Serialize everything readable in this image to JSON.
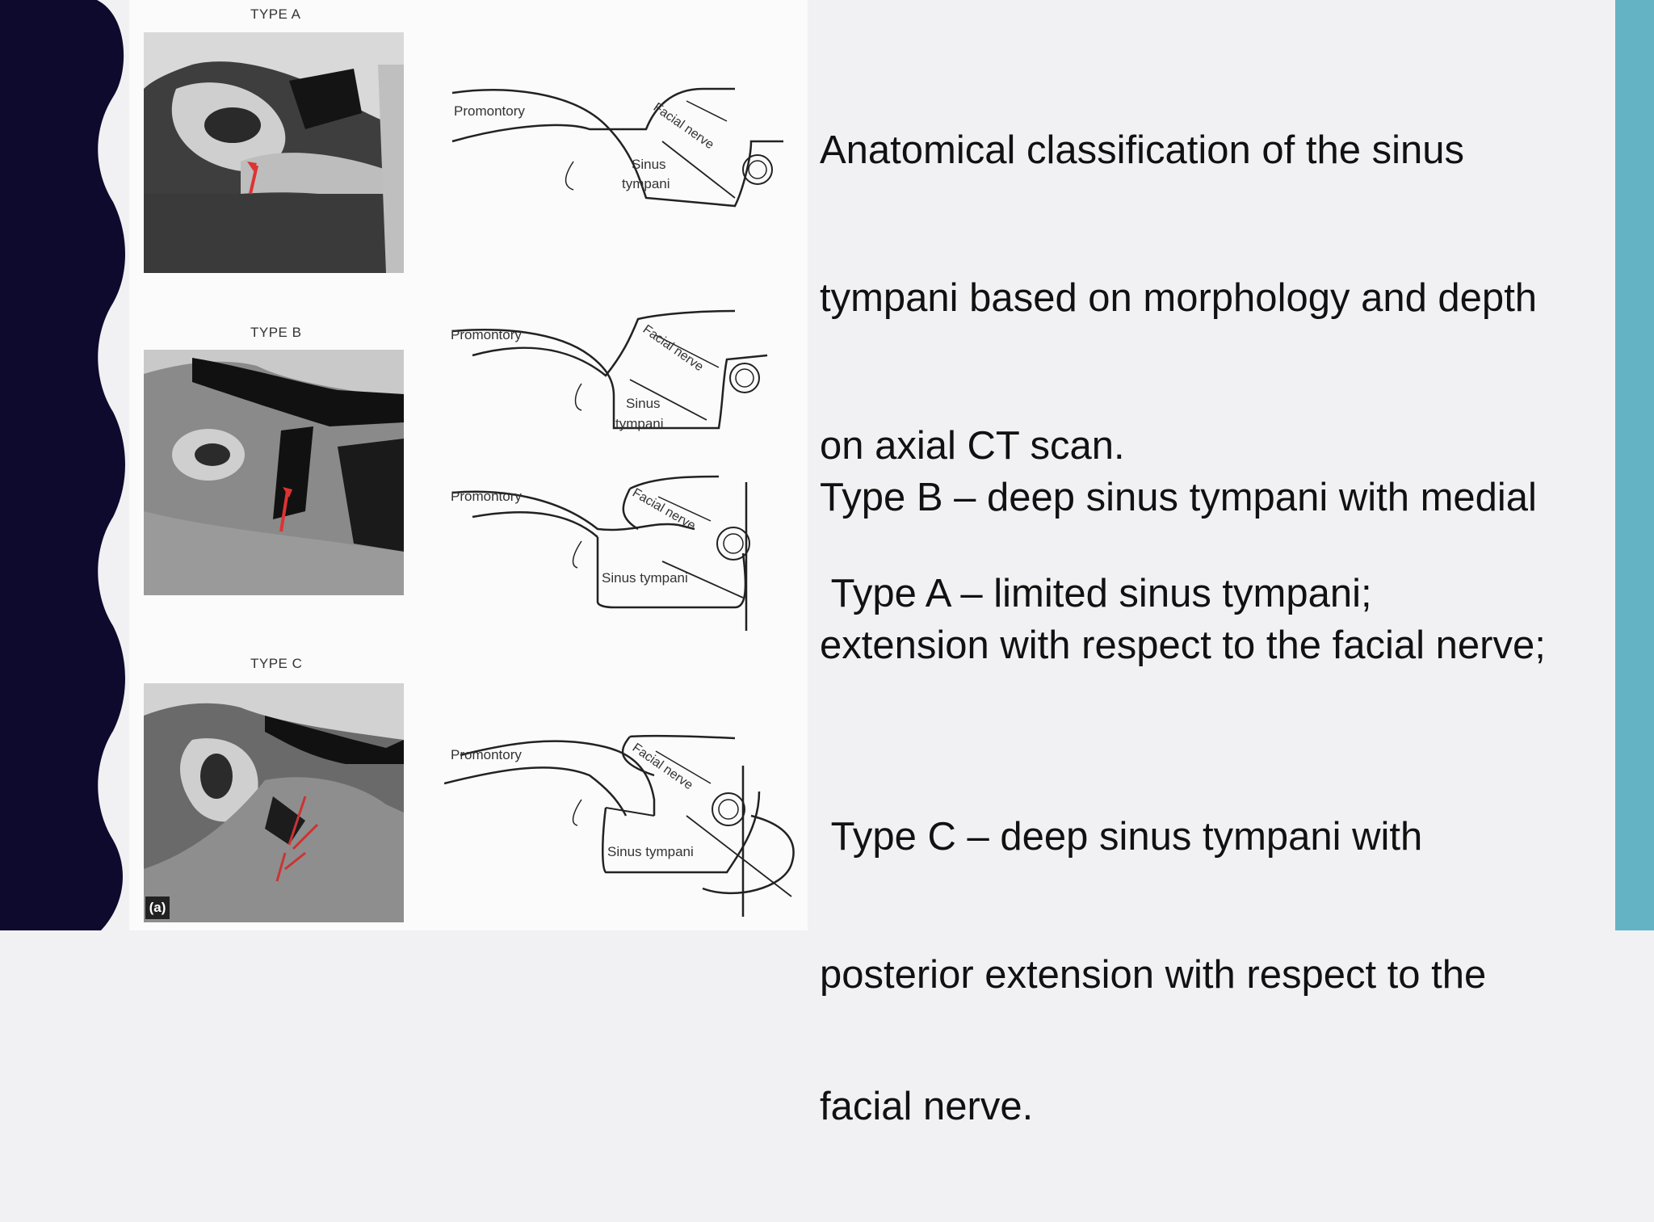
{
  "slide": {
    "colors": {
      "left_band": "#0e0a2e",
      "right_strip": "#63b3c4",
      "background": "#f1f1f3"
    },
    "figure": {
      "panels": [
        {
          "type_label": "TYPE A",
          "labels": {
            "promontory": "Promontory",
            "facial_nerve": "Facial nerve",
            "sinus_line1": "Sinus",
            "sinus_line2": "tympani"
          }
        },
        {
          "type_label": "TYPE B",
          "labels": {
            "promontory": "Promontory",
            "facial_nerve": "Facial nerve",
            "sinus_line1": "Sinus",
            "sinus_line2": "tympani"
          },
          "labels_alt": {
            "promontory": "Promontory",
            "facial_nerve": "Facial nerve",
            "sinus": "Sinus tympani"
          }
        },
        {
          "type_label": "TYPE C",
          "labels": {
            "promontory": "Promontory",
            "facial_nerve": "Facial nerve",
            "sinus": "Sinus tympani"
          }
        }
      ],
      "panel_tag": "(a)"
    },
    "text": {
      "intro_line1": "Anatomical classification of the sinus",
      "intro_line2": "tympani based on morphology and depth",
      "intro_line3": "on axial CT scan.",
      "type_a": " Type A – limited sinus tympani;",
      "type_b_line1": "Type B – deep sinus tympani with medial",
      "type_b_line2": "extension with respect to the facial nerve;",
      "type_c_line1": " Type C – deep sinus tympani with",
      "type_c_line2": "posterior extension with respect to the",
      "type_c_line3": "facial nerve."
    }
  }
}
